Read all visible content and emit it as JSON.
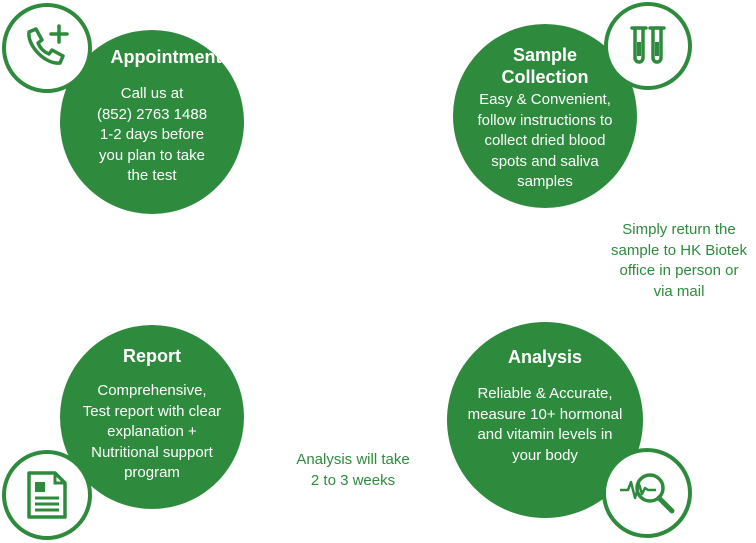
{
  "steps": {
    "appointment": {
      "title": "Appointment",
      "body": "Call us at\n(852) 2763 1488\n1-2 days before\nyou plan to take\nthe test",
      "icon": "phone-plus-icon"
    },
    "sample_collection": {
      "title": "Sample\nCollection",
      "body": "Easy & Convenient,\nfollow instructions to\ncollect dried blood\nspots and saliva\nsamples",
      "icon": "test-tubes-icon"
    },
    "analysis": {
      "title": "Analysis",
      "body": "Reliable & Accurate,\nmeasure 10+ hormonal\nand vitamin levels in\nyour body",
      "icon": "magnifier-waveform-icon"
    },
    "report": {
      "title": "Report",
      "body": "Comprehensive,\nTest report with clear\nexplanation +\nNutritional support\nprogram",
      "icon": "document-icon"
    }
  },
  "notes": {
    "return_sample": "Simply return the\nsample to HK Biotek\noffice in person or\nvia mail",
    "analysis_time": "Analysis will take\n2 to 3 weeks"
  },
  "colors": {
    "accent": "#2e8b3d",
    "background": "#ffffff"
  }
}
